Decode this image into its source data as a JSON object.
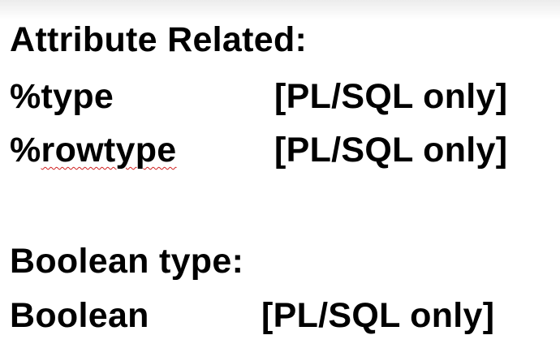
{
  "slide": {
    "attribute_heading": "Attribute Related:",
    "attribute_rows": [
      {
        "term": "%type",
        "note": "[PL/SQL only]"
      },
      {
        "term": "%rowtype",
        "note": "[PL/SQL only]"
      }
    ],
    "boolean_heading": "Boolean type:",
    "boolean_rows": [
      {
        "term": "Boolean",
        "note": "[PL/SQL only]"
      }
    ]
  }
}
